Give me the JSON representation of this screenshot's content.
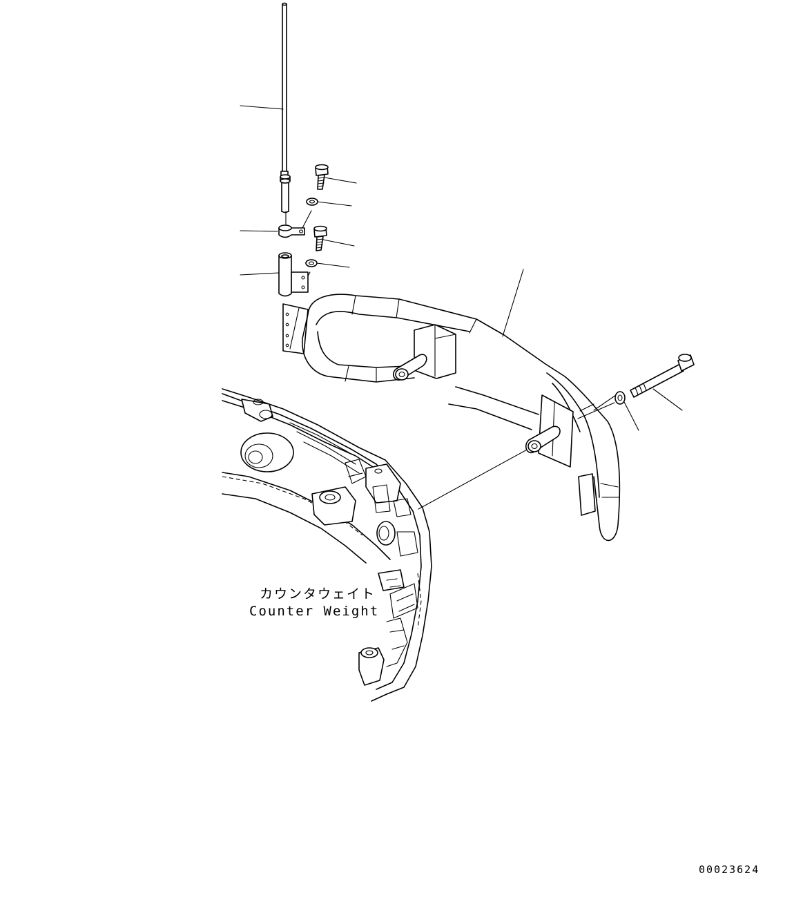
{
  "labels": {
    "counterweight_jp": "カウンタウェイト",
    "counterweight_en": "Counter Weight",
    "drawing_number": "00023624"
  }
}
